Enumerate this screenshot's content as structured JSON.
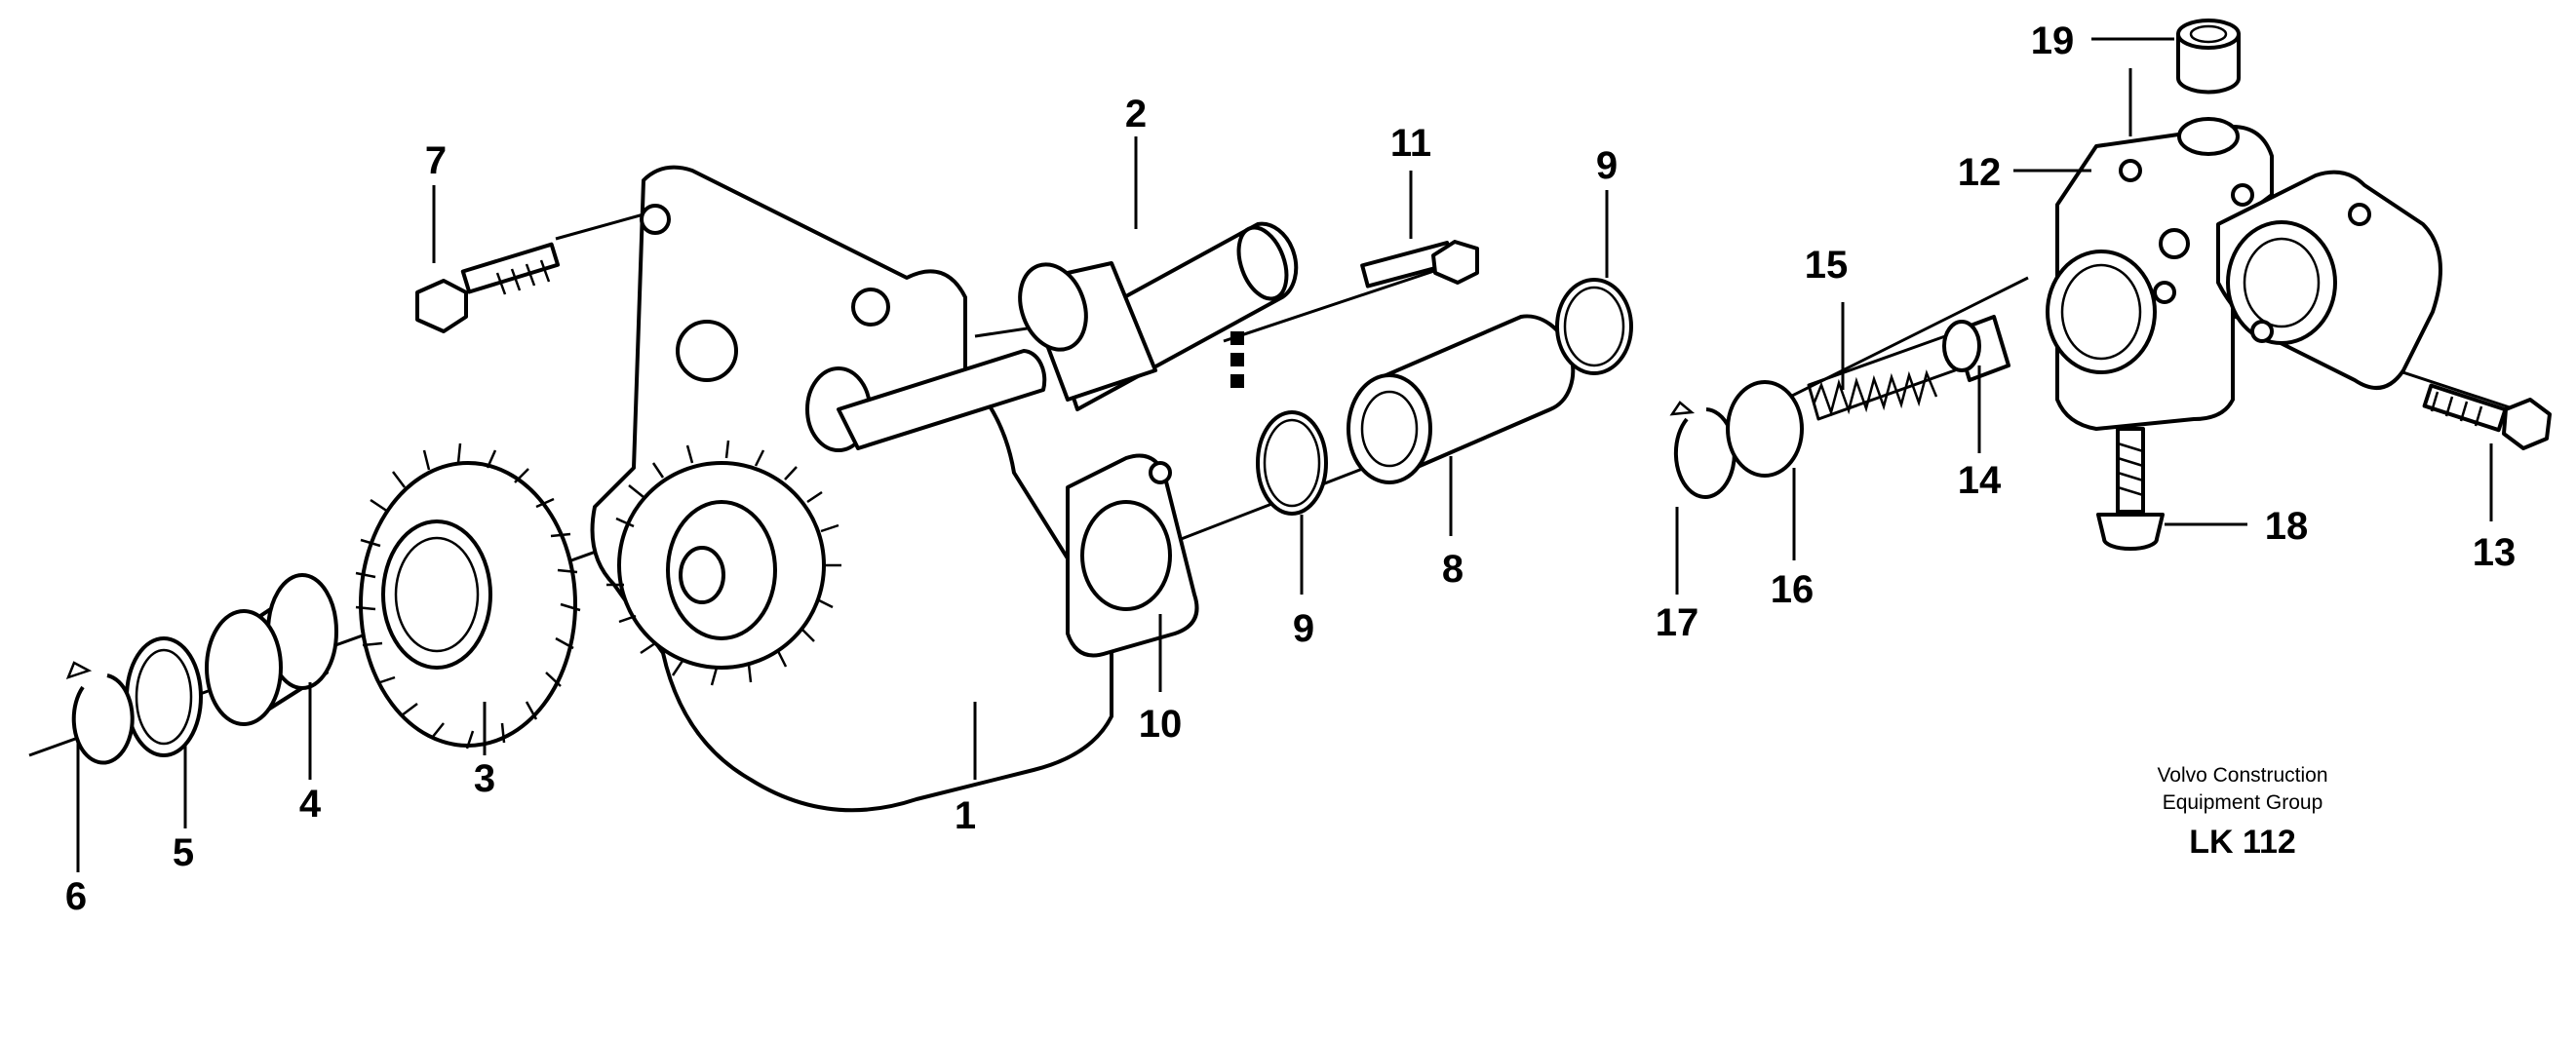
{
  "callouts": {
    "p1": "1",
    "p2": "2",
    "p3": "3",
    "p4": "4",
    "p5": "5",
    "p6": "6",
    "p7": "7",
    "p8": "8",
    "p9a": "9",
    "p9b": "9",
    "p10": "10",
    "p11": "11",
    "p12": "12",
    "p13": "13",
    "p14": "14",
    "p15": "15",
    "p16": "16",
    "p17": "17",
    "p18": "18",
    "p19": "19"
  },
  "credit": {
    "line1": "Volvo Construction",
    "line2": "Equipment Group",
    "code": "LK 112"
  }
}
